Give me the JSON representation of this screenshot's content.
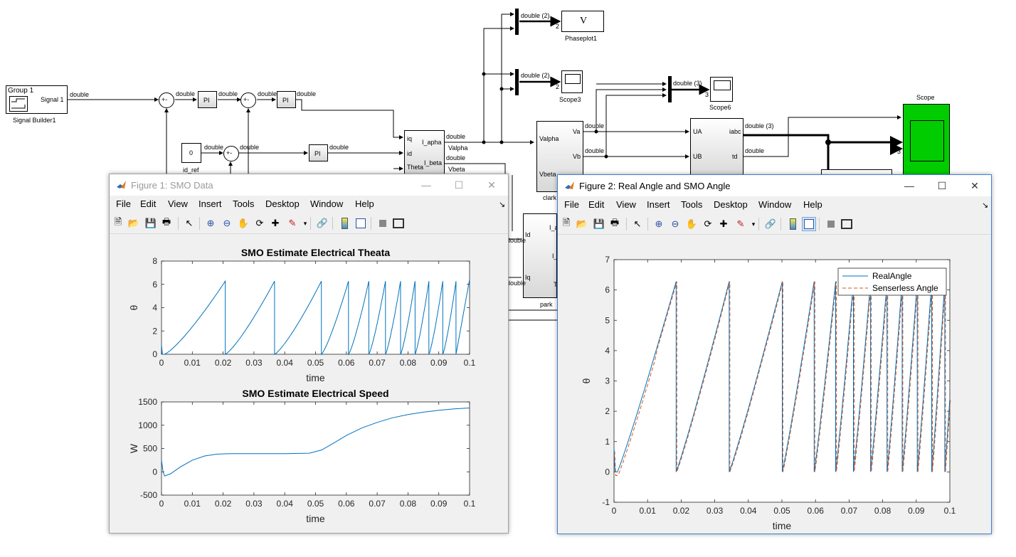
{
  "simulink": {
    "signal_builder": {
      "group": "Group 1",
      "port": "Signal 1",
      "name": "Signal Builder1",
      "out": "double"
    },
    "sum_labels": [
      "double",
      "double",
      "double",
      "double",
      "double"
    ],
    "pi_label": "PI",
    "const_value": "0",
    "const_name": "id_ref",
    "const_out": "double",
    "pi3_out": "double",
    "block1": {
      "in": [
        "iq",
        "id",
        "Theta"
      ],
      "out": [
        "I_apha",
        "I_beta"
      ],
      "sig_out": [
        "double",
        "double"
      ],
      "sig_names": [
        "Valpha",
        "Vbeta"
      ]
    },
    "clarke": {
      "in": [
        "Valpha",
        "Vbeta"
      ],
      "out": [
        "Va",
        "Vb"
      ],
      "name": "clark",
      "sig": [
        "double",
        "double",
        "double"
      ]
    },
    "park": {
      "in": [
        "Id",
        "Iq"
      ],
      "out": [
        "I_a",
        "I_",
        "T"
      ],
      "name": "park",
      "sig": [
        "double",
        "double"
      ]
    },
    "block3": {
      "in": [
        "UA",
        "UB"
      ],
      "out": [
        "iabc",
        "td"
      ],
      "sig": [
        "double (3)",
        "double",
        "double"
      ]
    },
    "phaseplot": {
      "name": "Phaseplot1",
      "symbol": "V",
      "mux": "double (2)",
      "port": "2"
    },
    "scope3": {
      "name": "Scope3",
      "mux": "double (2)",
      "port": "2"
    },
    "scope6": {
      "name": "Scope6",
      "mux": "double (3)",
      "port": "3"
    },
    "scope": {
      "name": "Scope",
      "port": "3"
    }
  },
  "figure1": {
    "title": "Figure 1: SMO Data",
    "menus": [
      "File",
      "Edit",
      "View",
      "Insert",
      "Tools",
      "Desktop",
      "Window",
      "Help"
    ],
    "window_buttons": [
      "minimize",
      "maximize",
      "close"
    ],
    "toolbar_icons": [
      "new-file-icon",
      "open-folder-icon",
      "save-icon",
      "print-icon",
      "pointer-icon",
      "zoom-in-icon",
      "zoom-out-icon",
      "pan-icon",
      "rotate-icon",
      "data-cursor-icon",
      "brush-icon",
      "link-icon",
      "colorbar-icon",
      "legend-icon",
      "hide-tools-icon",
      "dock-figure-icon"
    ]
  },
  "figure2": {
    "title": "Figure 2: Real Angle and SMO Angle",
    "menus": [
      "File",
      "Edit",
      "View",
      "Insert",
      "Tools",
      "Desktop",
      "Window",
      "Help"
    ],
    "window_buttons": [
      "minimize",
      "maximize",
      "close"
    ],
    "toolbar_icons": [
      "new-file-icon",
      "open-folder-icon",
      "save-icon",
      "print-icon",
      "pointer-icon",
      "zoom-in-icon",
      "zoom-out-icon",
      "pan-icon",
      "rotate-icon",
      "data-cursor-icon",
      "brush-icon",
      "link-icon",
      "colorbar-icon",
      "legend-icon",
      "hide-tools-icon",
      "dock-figure-icon"
    ]
  },
  "chart_data": [
    {
      "type": "line",
      "title": "SMO  Estimate Electrical Theata",
      "xlabel": "time",
      "ylabel": "θ",
      "xlim": [
        0,
        0.1
      ],
      "ylim": [
        0,
        8
      ],
      "xticks": [
        "0",
        "0.01",
        "0.02",
        "0.03",
        "0.04",
        "0.05",
        "0.06",
        "0.07",
        "0.08",
        "0.09",
        "0.1"
      ],
      "yticks": [
        "0",
        "2",
        "4",
        "6",
        "8"
      ],
      "sawtooth_resets": [
        0.0207,
        0.0367,
        0.0519,
        0.0607,
        0.0673,
        0.0727,
        0.0776,
        0.0823,
        0.0868,
        0.0913,
        0.0956
      ],
      "peak": 6.28,
      "color": "#0072BD"
    },
    {
      "type": "line",
      "title": "SMO  Estimate Electrical Speed",
      "xlabel": "time",
      "ylabel": "W",
      "xlim": [
        0,
        0.1
      ],
      "ylim": [
        -500,
        1500
      ],
      "xticks": [
        "0",
        "0.01",
        "0.02",
        "0.03",
        "0.04",
        "0.05",
        "0.06",
        "0.07",
        "0.08",
        "0.09",
        "0.1"
      ],
      "yticks": [
        "-500",
        "0",
        "500",
        "1000",
        "1500"
      ],
      "x": [
        0,
        0.0005,
        0.001,
        0.003,
        0.006,
        0.01,
        0.014,
        0.018,
        0.022,
        0.03,
        0.04,
        0.048,
        0.052,
        0.056,
        0.06,
        0.065,
        0.07,
        0.075,
        0.08,
        0.085,
        0.09,
        0.095,
        0.1
      ],
      "y": [
        250,
        0,
        -90,
        -40,
        100,
        250,
        340,
        380,
        390,
        390,
        390,
        400,
        470,
        620,
        780,
        940,
        1060,
        1160,
        1230,
        1280,
        1320,
        1350,
        1370
      ],
      "color": "#0072BD"
    },
    {
      "type": "line",
      "xlabel": "time",
      "ylabel": "θ",
      "xlim": [
        0,
        0.1
      ],
      "ylim": [
        -1,
        7
      ],
      "xticks": [
        "0",
        "0.01",
        "0.02",
        "0.03",
        "0.04",
        "0.05",
        "0.06",
        "0.07",
        "0.08",
        "0.09",
        "0.1"
      ],
      "yticks": [
        "-1",
        "0",
        "1",
        "2",
        "3",
        "4",
        "5",
        "6",
        "7"
      ],
      "legend": [
        "RealAngle",
        "Senserless Angle"
      ],
      "legend_position": "top-right",
      "sawtooth_resets": [
        0.0185,
        0.0343,
        0.0501,
        0.0596,
        0.066,
        0.0713,
        0.0764,
        0.0813,
        0.0858,
        0.0903,
        0.0946,
        0.0985
      ],
      "peak": 6.28,
      "series_colors": [
        "#0072BD",
        "#D95319"
      ]
    }
  ]
}
